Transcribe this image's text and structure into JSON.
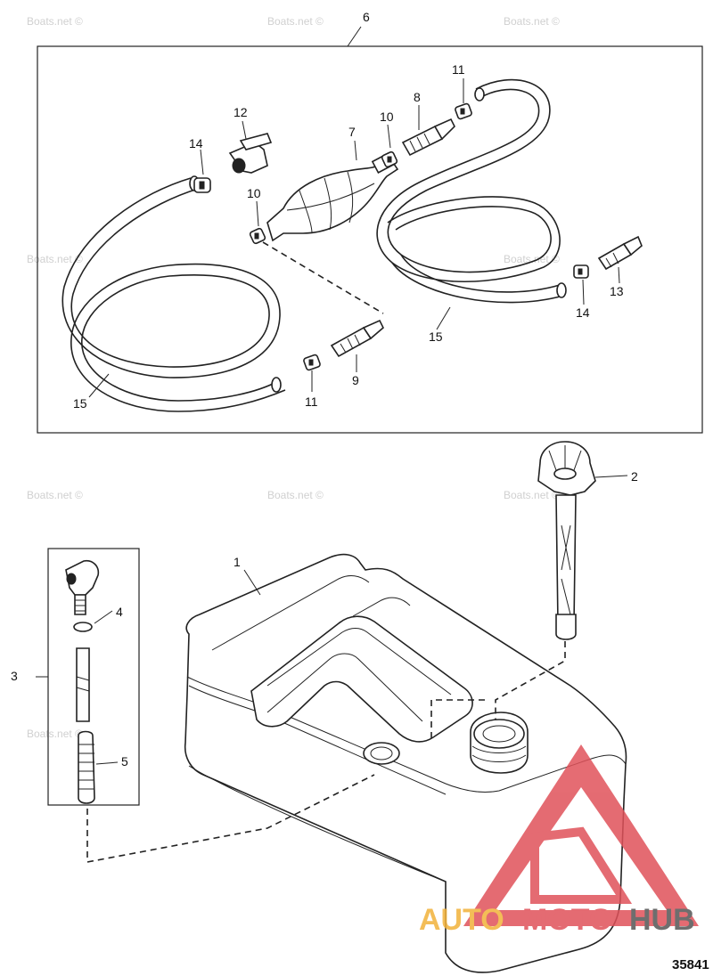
{
  "watermark_text": "Boats.net ©",
  "callouts": {
    "c1": "1",
    "c2": "2",
    "c3": "3",
    "c4": "4",
    "c5": "5",
    "c6": "6",
    "c7": "7",
    "c8": "8",
    "c9": "9",
    "c10a": "10",
    "c10b": "10",
    "c11a": "11",
    "c11b": "11",
    "c12": "12",
    "c13": "13",
    "c14a": "14",
    "c14b": "14",
    "c15a": "15",
    "c15b": "15"
  },
  "logo": {
    "part1": "AUTO",
    "part2": "MOTO",
    "part3": "HUB"
  },
  "document_number": "35841",
  "colors": {
    "logo_red": "#e0525a",
    "logo_orange": "#f2b23a",
    "logo_dark": "#555555"
  }
}
